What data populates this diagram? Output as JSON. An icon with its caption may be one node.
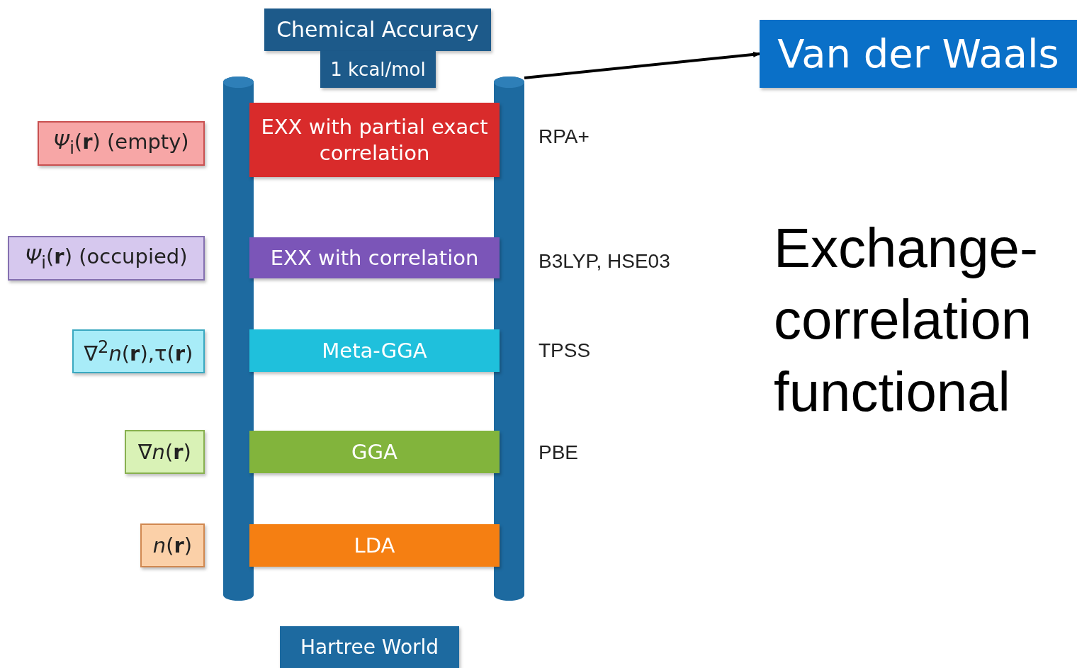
{
  "diagram": {
    "nodes": [
      {
        "text": [
          "Chemical Accuracy"
        ]
      },
      {
        "text": [
          "1 kcal/mol"
        ]
      },
      {
        "text": [
          "Van der Waals"
        ]
      },
      {
        "text": [],
        "shape": "cylinder"
      },
      {
        "text": [],
        "shape": "cylinder"
      },
      {
        "text": [
          "EXX with partial exact correlation"
        ]
      },
      {
        "text": [
          "EXX with correlation"
        ]
      },
      {
        "text": [
          "Meta-GGA"
        ]
      },
      {
        "text": [
          "GGA"
        ]
      },
      {
        "text": [
          "LDA"
        ]
      },
      {
        "text": [
          "*Ψ*$_{i}$(**r**) (empty)"
        ]
      },
      {
        "text": [
          "*Ψ*$_{i}$(**r**) (occupied)"
        ]
      },
      {
        "text": [
          "∇$^{2}$*n*(**r**),τ(**r**)"
        ]
      },
      {
        "text": [
          "∇*n*(**r**)"
        ]
      },
      {
        "text": [
          "*n*(**r**)"
        ]
      },
      {
        "text": [
          "Hartree World"
        ]
      }
    ],
    "edges": [
      {
        "from": 4,
        "to": 2,
        "arrow": "to"
      }
    ],
    "labels": [
      "RPA+",
      "B3LYP, HSE03",
      "TPSS",
      "PBE",
      "Exchange-correlation functional"
    ]
  }
}
